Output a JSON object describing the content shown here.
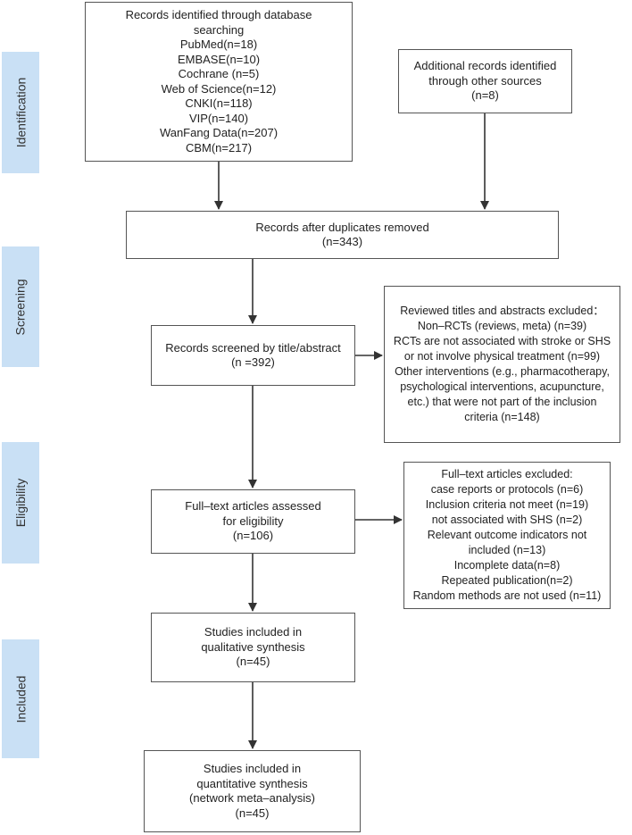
{
  "stages": [
    "Identification",
    "Screening",
    "Eligibility",
    "Included"
  ],
  "boxes": {
    "database": [
      "Records identified through database",
      "searching",
      "PubMed(n=18)",
      "EMBASE(n=10)",
      "Cochrane (n=5)",
      "Web of Science(n=12)",
      "CNKI(n=118)",
      "VIP(n=140)",
      "WanFang Data(n=207)",
      "CBM(n=217)"
    ],
    "other": [
      "Additional records identified",
      "through other sources",
      "(n=8)"
    ],
    "duplicates": [
      "Records after duplicates removed",
      "(n=343)"
    ],
    "screened": [
      "Records screened by title/abstract",
      "(n =392)"
    ],
    "excluded_screen": [
      "Reviewed titles and abstracts excluded：",
      "Non–RCTs (reviews, meta) (n=39)",
      "RCTs are not associated with stroke or SHS",
      "or not involve physical treatment (n=99)",
      "Other interventions (e.g., pharmacotherapy,",
      "psychological interventions, acupuncture,",
      "etc.) that were not part of the inclusion",
      "criteria (n=148)"
    ],
    "fulltext": [
      "Full–text articles assessed",
      "for eligibility",
      "(n=106)"
    ],
    "excluded_full": [
      "Full–text articles excluded:",
      "case reports or protocols  (n=6)",
      "Inclusion criteria not meet (n=19)",
      "not associated with SHS (n=2)",
      "Relevant outcome indicators not",
      "included (n=13)",
      "Incomplete data(n=8)",
      "Repeated publication(n=2)",
      "Random methods are not used (n=11)"
    ],
    "qualitative": [
      "Studies included in",
      "qualitative synthesis",
      "(n=45)"
    ],
    "quantitative": [
      "Studies included in",
      "quantitative synthesis",
      "(network meta–analysis)",
      "(n=45)"
    ]
  }
}
